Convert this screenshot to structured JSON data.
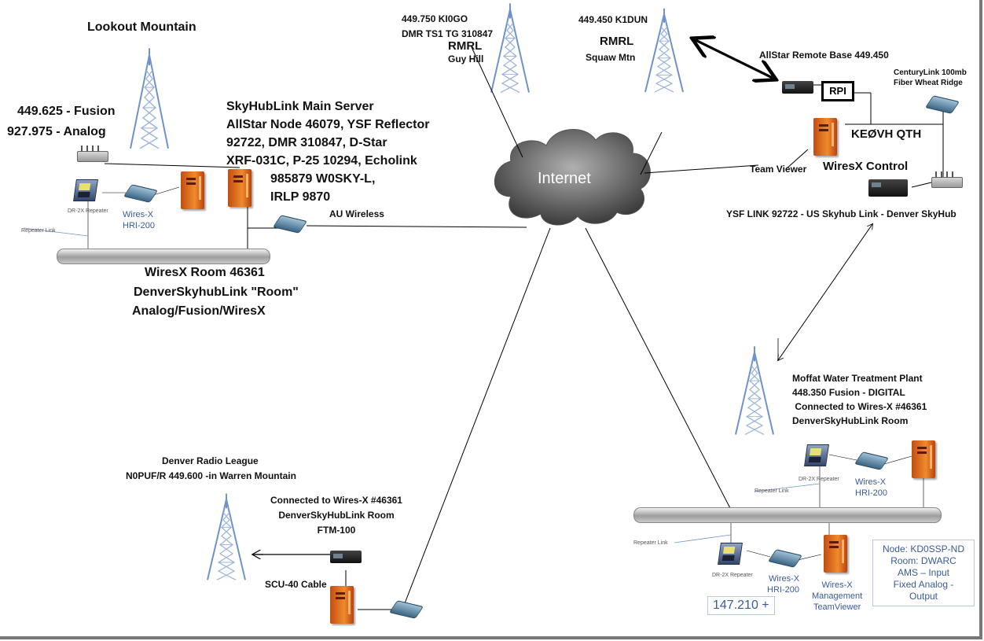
{
  "sites": {
    "lookout": {
      "title": "Lookout Mountain",
      "freq1": "449.625 - Fusion",
      "freq2": "927.975 - Analog"
    },
    "main_server": {
      "lines": [
        "SkyHubLink Main Server",
        "AllStar Node 46079, YSF Reflector",
        "92722, DMR 310847, D-Star",
        "XRF-031C, P-25 10294, Echolink"
      ],
      "extra": [
        "985879 W0SKY-L,",
        "IRLP 9870"
      ]
    },
    "wiresx_room": {
      "lines": [
        "WiresX Room 46361",
        "DenverSkyhubLink \"Room\"",
        "Analog/Fusion/WiresX"
      ]
    },
    "guy_hill": {
      "line1": "449.750 KI0GO",
      "line2": "DMR TS1 TG 310847",
      "name": "RMRL",
      "sub": "Guy Hill"
    },
    "squaw": {
      "line1": "449.450 K1DUN",
      "name": "RMRL",
      "sub": "Squaw Mtn"
    },
    "qth": {
      "allstar": "AllStar Remote Base 449.450",
      "rpi": "RPI",
      "centurylink1": "CenturyLink 100mb",
      "centurylink2": "Fiber Wheat Ridge",
      "name": "KEØVH QTH",
      "team_viewer": "Team Viewer",
      "control": "WiresX Control",
      "ysf_link": "YSF LINK 92722 - US Skyhub Link - Denver SkyHub"
    },
    "moffat": {
      "lines": [
        "Moffat Water Treatment Plant",
        "448.350 Fusion - DIGITAL",
        " Connected to Wires-X #46361",
        "DenverSkyHubLink Room"
      ]
    },
    "drl": {
      "line1": "Denver Radio League",
      "line2": "N0PUF/R 449.600 -in Warren Mountain"
    },
    "ftm": {
      "lines": [
        "Connected to Wires-X #46361",
        "DenverSkyHubLink Room",
        "FTM-100"
      ],
      "cable": "SCU-40 Cable"
    },
    "kd0ssp": {
      "box": [
        "Node: KD0SSP-ND",
        "Room: DWARC",
        "AMS – Input",
        "Fixed Analog - Output"
      ],
      "freq": "147.210 +",
      "mgmt": [
        "Wires-X",
        "Management",
        "TeamViewer"
      ]
    }
  },
  "equipment": {
    "dr2x": "DR-2X Repeater",
    "wiresx": "Wires-X",
    "hri": "HRI-200",
    "repeater_link": "Repeater Link"
  },
  "network": {
    "cloud": "Internet",
    "au_wireless": "AU Wireless"
  }
}
